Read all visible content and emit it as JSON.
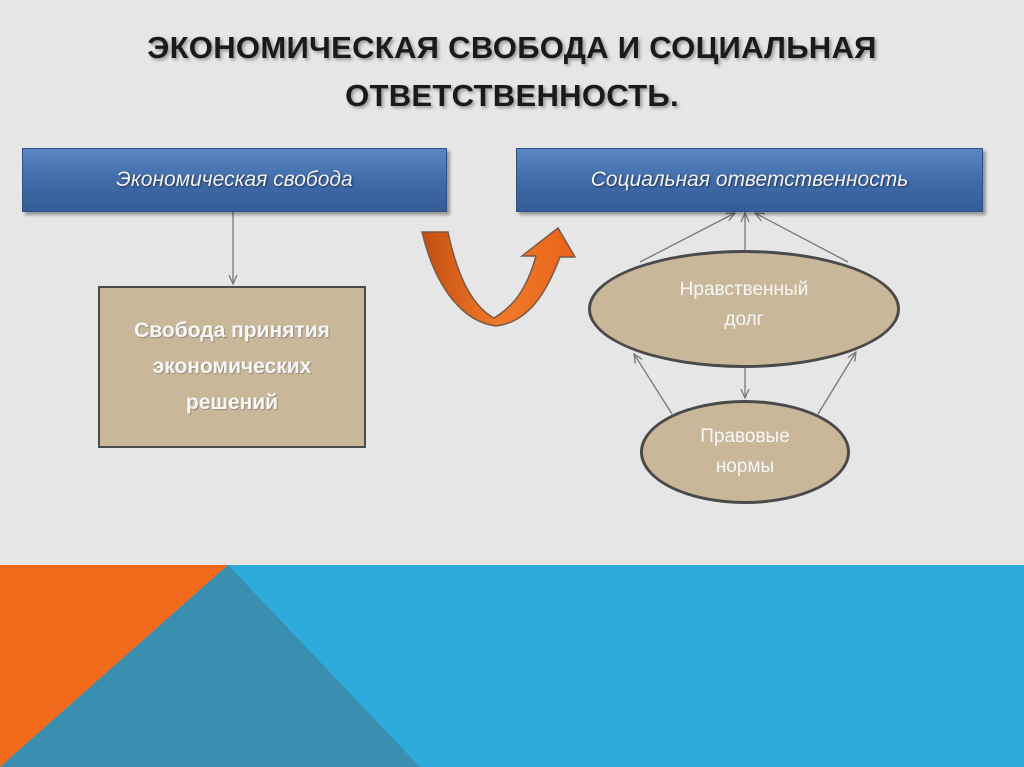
{
  "title": {
    "line1": "ЭКОНОМИЧЕСКАЯ СВОБОДА И СОЦИАЛЬНАЯ",
    "line2": "ОТВЕТСТВЕННОСТЬ."
  },
  "nodes": {
    "economic_freedom": "Экономическая свобода",
    "social_responsibility": "Социальная ответственность",
    "decision_freedom": "Свобода принятия\nэкономических\nрешений",
    "moral_duty": "Нравственный\nдолг",
    "legal_norms": "Правовые\nнормы"
  },
  "colors": {
    "background": "#e6e6e6",
    "header_box": "#3f6aa8",
    "node_fill": "#c9b79a",
    "curved_arrow": "#e8641b",
    "band_blue": "#2eaadb",
    "band_orange": "#f26b1d",
    "band_dark": "#3a8fb0"
  },
  "icons": {
    "transition": "curved-u-arrow"
  }
}
